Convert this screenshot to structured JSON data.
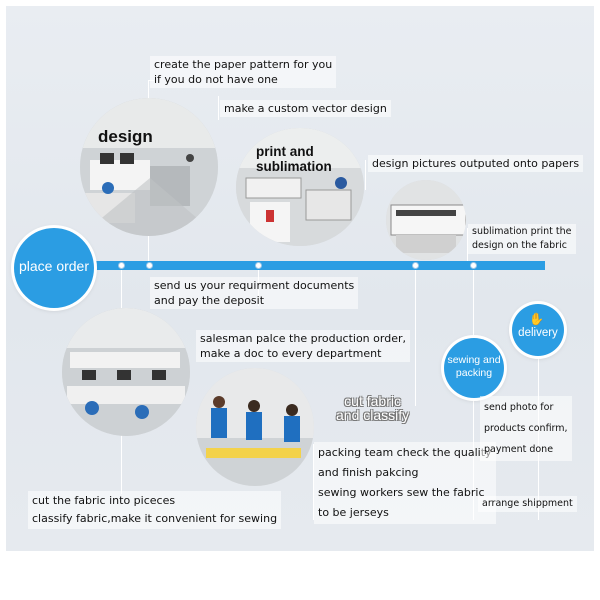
{
  "stages": {
    "design": "design",
    "print": "print and sublimation",
    "print_line1": "print and",
    "print_line2": "sublimation",
    "cut": "cut fabric and classify",
    "cut_line1": "cut fabric",
    "cut_line2": "and classify"
  },
  "nodes": {
    "place_order": "place order",
    "sewing_packing_line1": "sewing and",
    "sewing_packing_line2": "packing",
    "delivery": "delivery"
  },
  "labels": {
    "paper_pattern_1": "create the paper pattern for you",
    "paper_pattern_2": "if you do not have one",
    "vector_design": "make a custom vector design",
    "pictures_onto_papers": "design pictures outputed onto papers",
    "sublimation_1": "sublimation print the",
    "sublimation_2": "design on the fabric",
    "send_docs_1": "send us your requirment documents",
    "send_docs_2": "and pay the deposit",
    "salesman_1": "salesman palce the production order,",
    "salesman_2": "make a doc to every department",
    "packing_1": "packing team check the quality",
    "packing_2": "and finish pakcing",
    "packing_3": "sewing workers sew the fabric",
    "packing_4": "to be jerseys",
    "cut_1": "cut the fabric into piceces",
    "cut_2": "classify fabric,make it convenient for sewing",
    "photo_1": "send photo for",
    "photo_2": "products confirm,",
    "photo_3": "payment done",
    "shipment": "arrange shippment"
  },
  "colors": {
    "flow_blue": "#2b9de3",
    "panel": "#e6eaef"
  }
}
